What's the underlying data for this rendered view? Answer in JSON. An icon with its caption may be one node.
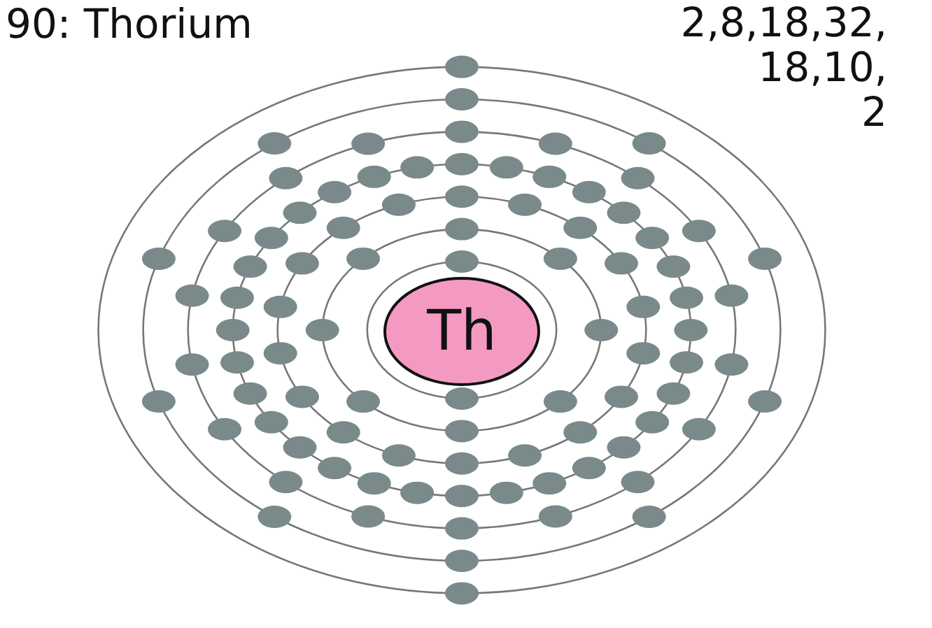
{
  "diagram": {
    "nodes": [
      {
        "text": [
          "Th"
        ]
      }
    ],
    "edges": [],
    "labels": [
      "90: Thorium",
      "2,8,18,32, 18,10, 2"
    ]
  }
}
